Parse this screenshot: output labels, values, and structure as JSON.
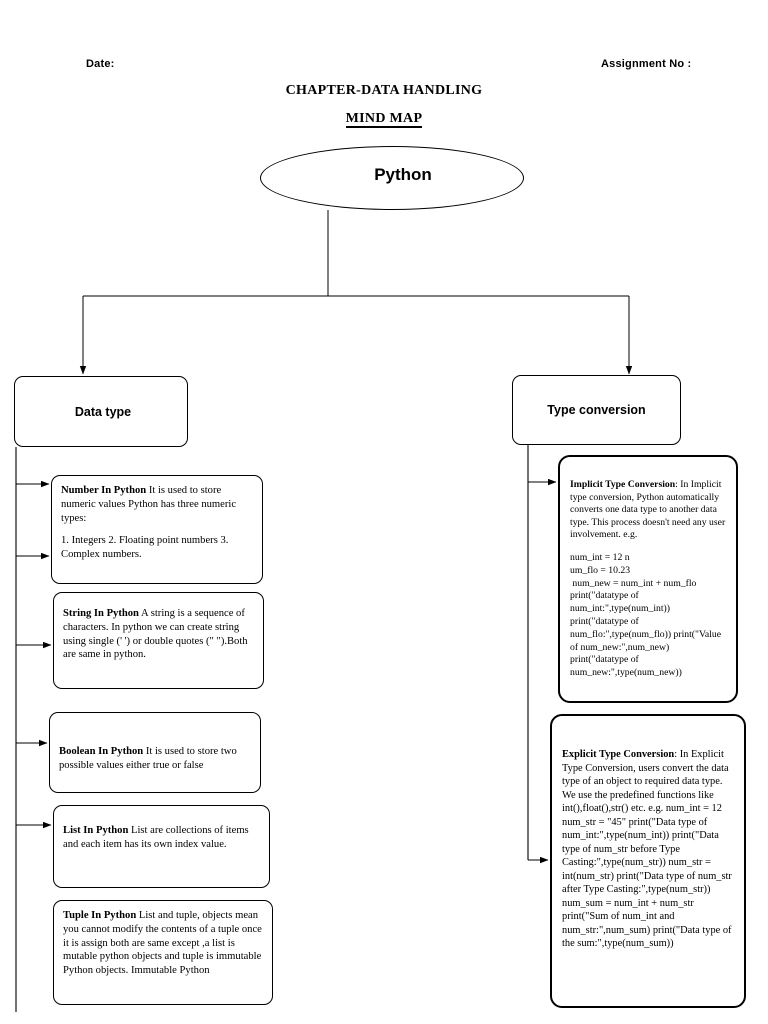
{
  "header": {
    "date_label": "Date:",
    "assignment_label": "Assignment No :",
    "chapter_title": "CHAPTER-DATA HANDLING",
    "mindmap_title": "MIND MAP"
  },
  "root": {
    "label": "Python"
  },
  "branches": {
    "data_type": "Data type",
    "type_conversion": "Type conversion"
  },
  "cards": {
    "number": {
      "title": "Number In Python",
      "body": " It is used to store numeric values Python has three numeric types:",
      "list": "1. Integers\n 2. Floating point numbers\n3. Complex numbers."
    },
    "string": {
      "title": "String In Python",
      "body": " A string is a sequence of characters. In python we can create string using single (' ') or double quotes (\" \").Both are same in python."
    },
    "boolean": {
      "title": "Boolean In Python",
      "body": " It is used to store two possible values either true or false"
    },
    "list": {
      "title": "List In Python",
      "body": " List are collections of items and each item has its own index value."
    },
    "tuple": {
      "title": "Tuple In Python",
      "body": " List and tuple, objects mean you cannot modify the contents of a tuple once it is assign both are same except ,a list is mutable python objects and tuple is immutable Python objects. Immutable Python"
    },
    "implicit": {
      "title": "Implicit Type Conversion",
      "body": ": In Implicit type conversion, Python automatically converts one data type to another data type. This process doesn't need any user involvement. e.g.",
      "code": "num_int = 12 n\num_flo = 10.23\n num_new = num_int + num_flo\nprint(\"datatype of\nnum_int:\",type(num_int))\nprint(\"datatype of\nnum_flo:\",type(num_flo)) print(\"Value\nof num_new:\",num_new)\nprint(\"datatype of\nnum_new:\",type(num_new))"
    },
    "explicit": {
      "title": "Explicit Type Conversion",
      "body": ": In Explicit Type Conversion, users convert the data type of an object to required data type. We use the predefined functions like int(),float(),str() etc. e.g. num_int = 12 num_str = \"45\" print(\"Data type of num_int:\",type(num_int)) print(\"Data type of num_str before Type Casting:\",type(num_str)) num_str = int(num_str) print(\"Data type of num_str after Type Casting:\",type(num_str)) num_sum = num_int + num_str print(\"Sum of num_int and num_str:\",num_sum) print(\"Data type of the sum:\",type(num_sum))"
    }
  },
  "colors": {
    "ink": "#000000",
    "paper": "#ffffff"
  }
}
